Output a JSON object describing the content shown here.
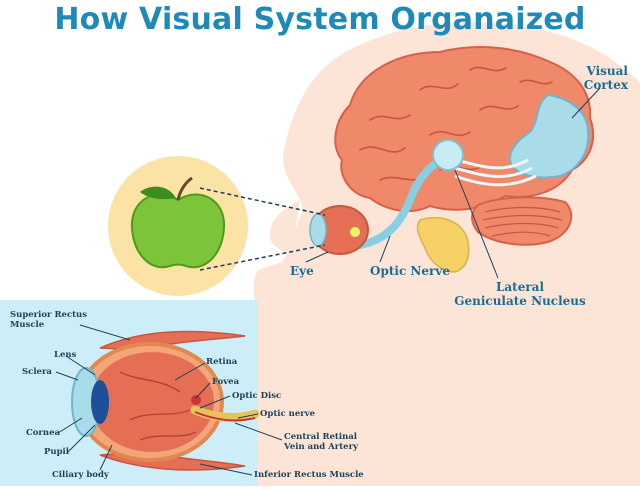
{
  "title": "How Visual System Organaized",
  "labels": {
    "visual_cortex_line1": "Visual",
    "visual_cortex_line2": "Cortex",
    "eye": "Eye",
    "optic_nerve": "Optic Nerve",
    "lgn_line1": "Lateral",
    "lgn_line2": "Geniculate Nucleus"
  },
  "eye_detail": {
    "superior_rectus_line1": "Superior Rectus",
    "superior_rectus_line2": "Muscle",
    "lens": "Lens",
    "sclera": "Sclera",
    "cornea": "Cornea",
    "pupil": "Pupil",
    "ciliary_body": "Ciliary body",
    "retina": "Retina",
    "fovea": "Fovea",
    "optic_disc": "Optic Disc",
    "optic_nerve": "Optic nerve",
    "central_retinal_line1": "Central Retinal",
    "central_retinal_line2": "Vein and Artery",
    "inferior_rectus": "Inferior Rectus Muscle"
  },
  "colors": {
    "title": "#1e8ab8",
    "head_skin": "#fce5d6",
    "brain": "#f0886a",
    "cortex": "#a9dbe8",
    "cerebellum": "#f0886a",
    "apple": "#7cc43a",
    "apple_bg": "#fbe3a5",
    "eye_panel": "#cdeef8",
    "nerve": "#88cfe3",
    "label": "#1a6c93"
  }
}
